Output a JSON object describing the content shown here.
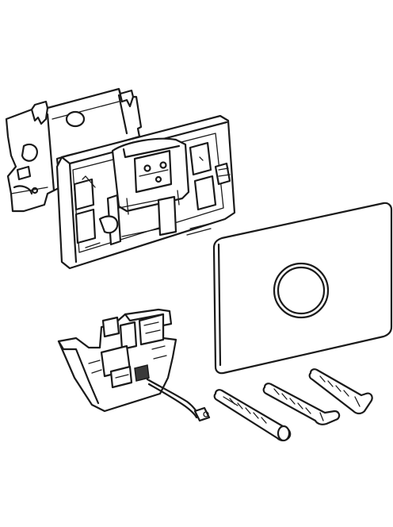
{
  "figure": {
    "components": [
      "mounting-bracket",
      "mounting-frame",
      "cover-plate",
      "sensor-module",
      "fastening-rods"
    ]
  }
}
